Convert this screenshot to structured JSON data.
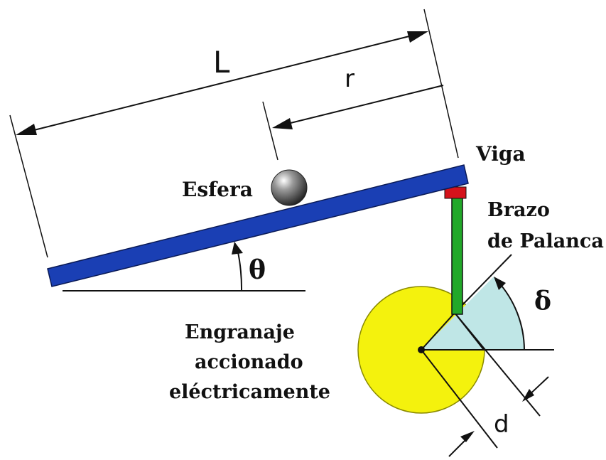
{
  "labels": {
    "length": "L",
    "distance": "r",
    "beam": "Viga",
    "ball": "Esfera",
    "lever_line1": "Brazo",
    "lever_line2": "de Palanca",
    "beam_angle": "θ",
    "gear_angle": "δ",
    "gear_line1": "Engranaje",
    "gear_line2": "accionado",
    "gear_line3": "eléctricamente",
    "offset": "d"
  },
  "colors": {
    "beam": "#1a3fb4",
    "ball": "#6f6f6f",
    "lever": "#22a829",
    "pivot": "#d4131b",
    "gear": "#f4f20d",
    "angle_fill": "#bfe6e6",
    "line": "#111111"
  }
}
